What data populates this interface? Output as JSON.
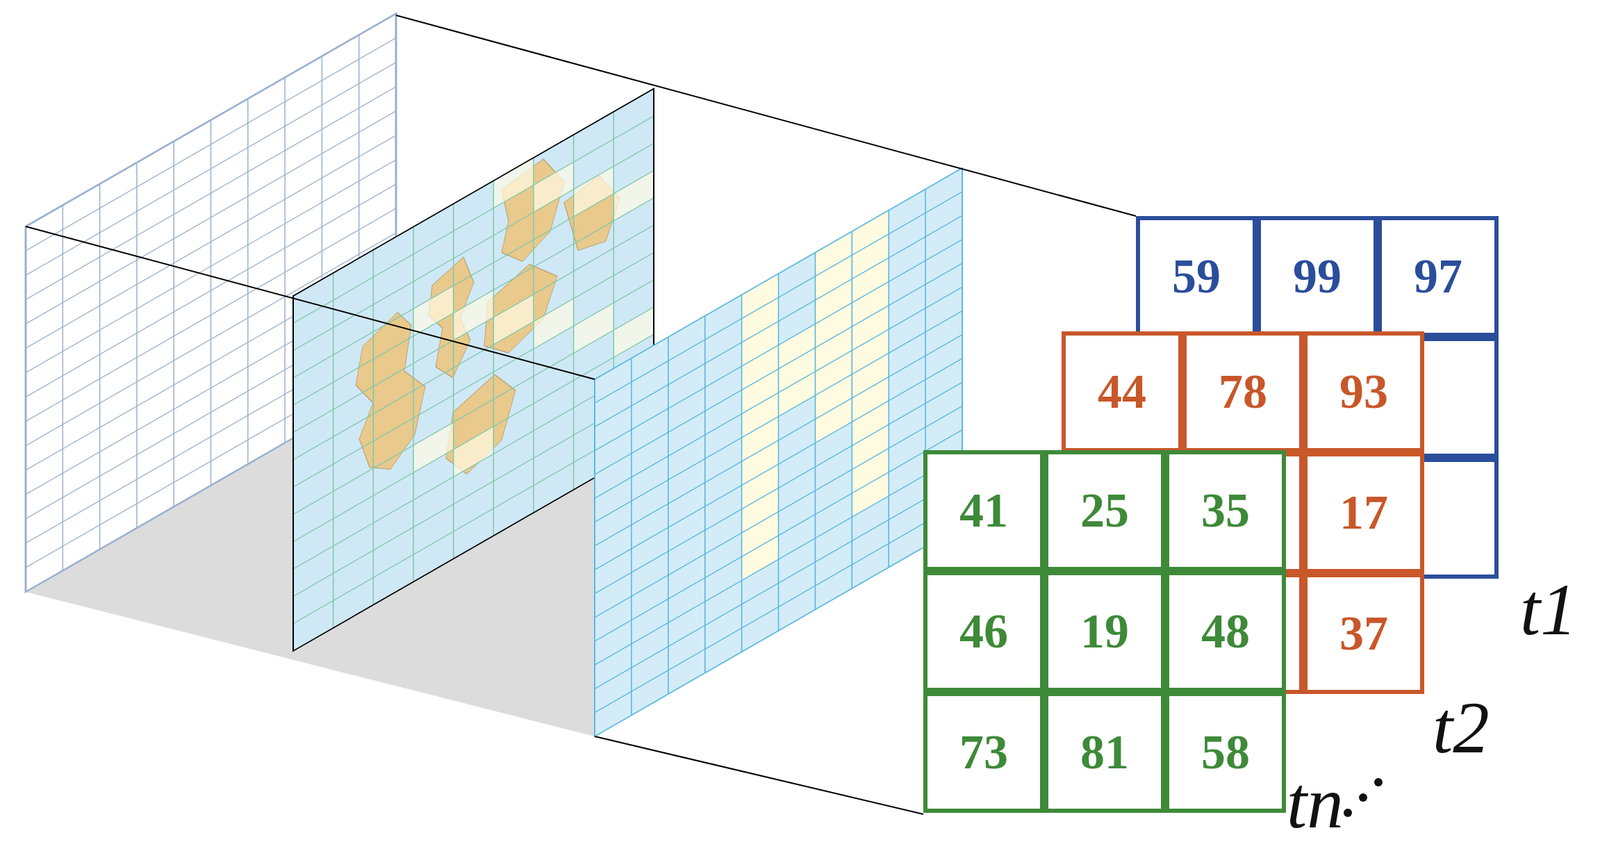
{
  "diagram": {
    "labels": [
      "59",
      "99",
      "97",
      "44",
      "78",
      "93",
      "17",
      "37",
      "41",
      "25",
      "35",
      "46",
      "19",
      "48",
      "73",
      "81",
      "58",
      "t1",
      "t2",
      "tn"
    ]
  }
}
